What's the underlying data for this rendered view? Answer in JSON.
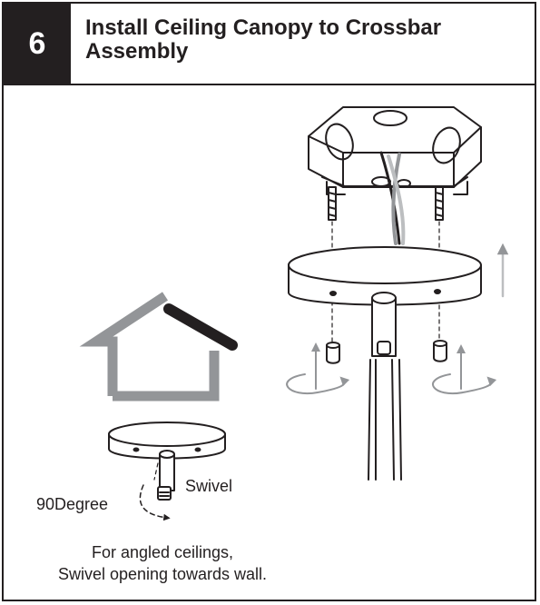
{
  "step": {
    "number": "6"
  },
  "title": "Install Ceiling Canopy to Crossbar Assembly",
  "labels": {
    "swivel": "Swivel",
    "angle": "90Degree"
  },
  "caption": {
    "line1": "For angled ceilings,",
    "line2": "Swivel opening towards wall."
  },
  "colors": {
    "ink": "#231f20",
    "gray": "#939598",
    "light_gray": "#bcbec0"
  },
  "icons": [
    "junction-box-icon",
    "canopy-icon",
    "house-icon",
    "rotation-arrow-icon",
    "up-arrow-icon"
  ]
}
